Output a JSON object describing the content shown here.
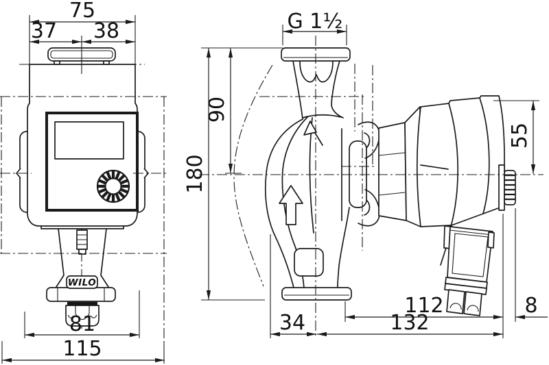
{
  "labels": {
    "brand": "WILO"
  },
  "dimensions": {
    "front": {
      "top_total": "75",
      "top_left": "37",
      "top_right": "38",
      "body_width": "81",
      "overall_width": "115"
    },
    "side": {
      "thread": "G 1½",
      "top_to_center": "90",
      "port_to_port": "180",
      "center_to_top": "55",
      "face_to_axis": "34",
      "axis_to_end": "132",
      "flange_to_end": "112",
      "knob_protrusion": "8"
    }
  }
}
